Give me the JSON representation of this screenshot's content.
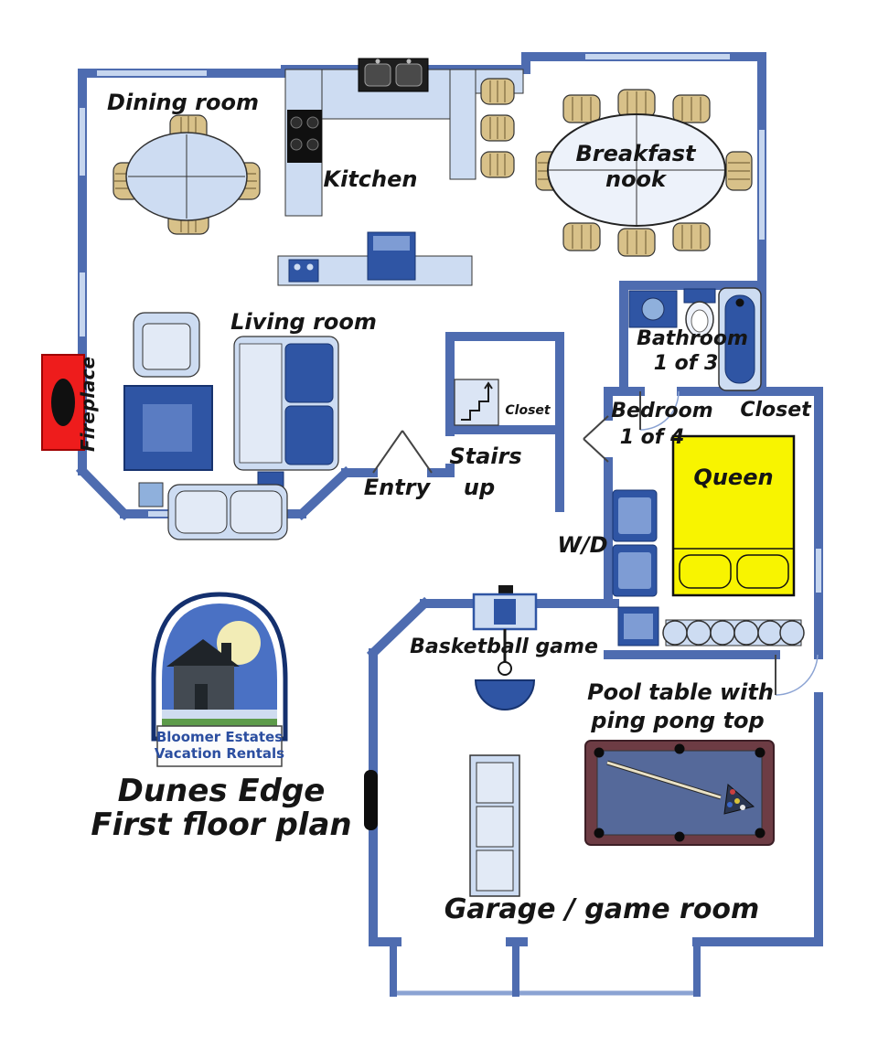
{
  "labels": {
    "dining": "Dining room",
    "kitchen": "Kitchen",
    "breakfast_line1": "Breakfast",
    "breakfast_line2": "nook",
    "living": "Living room",
    "fireplace": "Fireplace",
    "bathroom_line1": "Bathroom",
    "bathroom_line2": "1 of 3",
    "stairs_closet": "Closet",
    "stairs_line1": "Stairs",
    "stairs_line2": "up",
    "entry": "Entry",
    "bedroom_line1": "Bedroom",
    "bedroom_line2": "1 of 4",
    "bedroom_closet": "Closet",
    "queen": "Queen",
    "wd": "W/D",
    "basketball": "Basketball game",
    "pool_line1": "Pool table with",
    "pool_line2": "ping pong top",
    "garage": "Garage / game room"
  },
  "logo": {
    "line1": "Bloomer Estates",
    "line2": "Vacation Rentals"
  },
  "title": {
    "line1": "Dunes Edge",
    "line2": "First floor plan"
  },
  "colors": {
    "wall": "#4e6cb0",
    "window": "#c6d6ef",
    "furniture_light": "#cddcf2",
    "furniture_lighter": "#e2eaf6",
    "furniture_mid": "#8fb0dc",
    "furniture_dark": "#2f55a4",
    "chair_tan": "#d8c189",
    "bed_yellow": "#f8f400",
    "fireplace_red": "#ee1c1c",
    "pool_rail": "#6d3c44",
    "pool_felt": "#55699a",
    "logo_blue": "#4a71c4",
    "logo_moon": "#f2ecb6",
    "logo_house": "#434a52",
    "logo_green": "#5d9b4a",
    "logo_text_blue": "#2b4ea0"
  }
}
